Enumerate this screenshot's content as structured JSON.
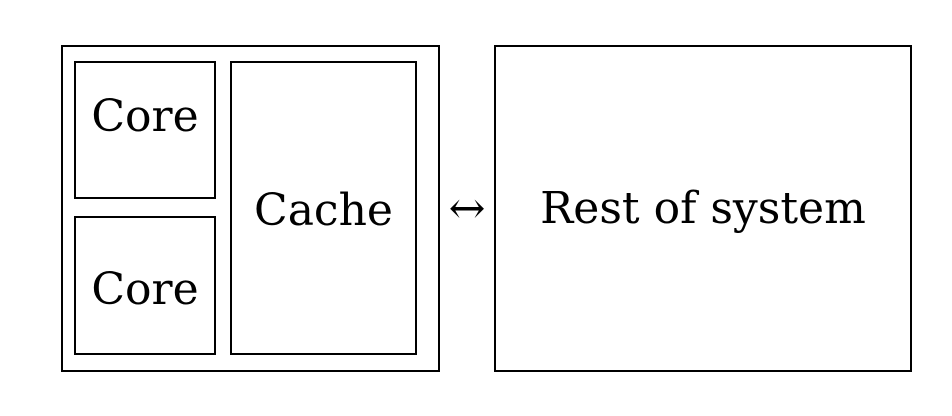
{
  "colors": {
    "line": "#000000",
    "text": "#000000",
    "background": "#ffffff"
  },
  "chip": {
    "cores": [
      {
        "label": "Core"
      },
      {
        "label": "Core"
      }
    ],
    "cache": {
      "label": "Cache"
    }
  },
  "bus": {
    "arrow_glyph": "↔"
  },
  "system": {
    "label": "Rest of system"
  }
}
